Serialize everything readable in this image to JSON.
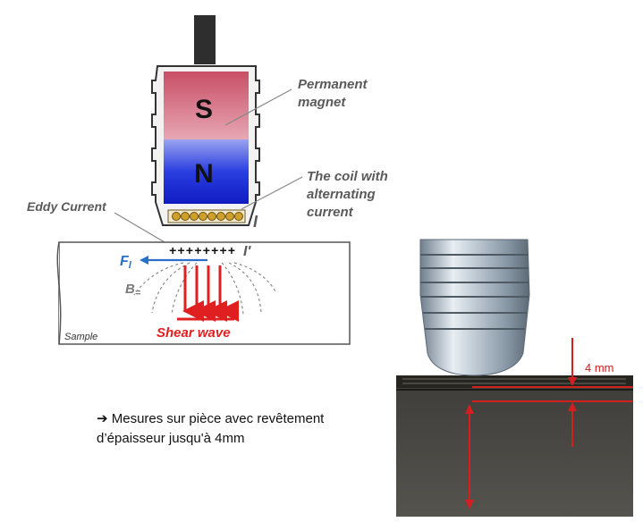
{
  "diagram": {
    "magnet_south": "S",
    "magnet_north": "N",
    "label_permanent_magnet_1": "Permanent",
    "label_permanent_magnet_2": "magnet",
    "label_coil_1": "The coil with",
    "label_coil_2": "alternating",
    "label_coil_3": "current",
    "label_current": "I",
    "label_eddy_current": "Eddy Current",
    "label_eddy_i": "I'",
    "label_force": "F",
    "label_force_sub": "l",
    "label_field": "B",
    "label_field_sub": "=",
    "label_sample": "Sample",
    "label_shear_wave": "Shear wave",
    "plus_signs": "++++++++"
  },
  "photo": {
    "thickness_label": "4 mm"
  },
  "caption": {
    "arrow": "➔",
    "line1": " Mesures sur pièce avec revêtement",
    "line2": "d’épaisseur  jusqu'à 4mm"
  },
  "colors": {
    "south_pole": "#c9566b",
    "north_pole": "#1a2fd6",
    "shear_wave_red": "#e02020",
    "force_blue": "#2a6fc9",
    "annotation_red": "#d41f1f"
  }
}
